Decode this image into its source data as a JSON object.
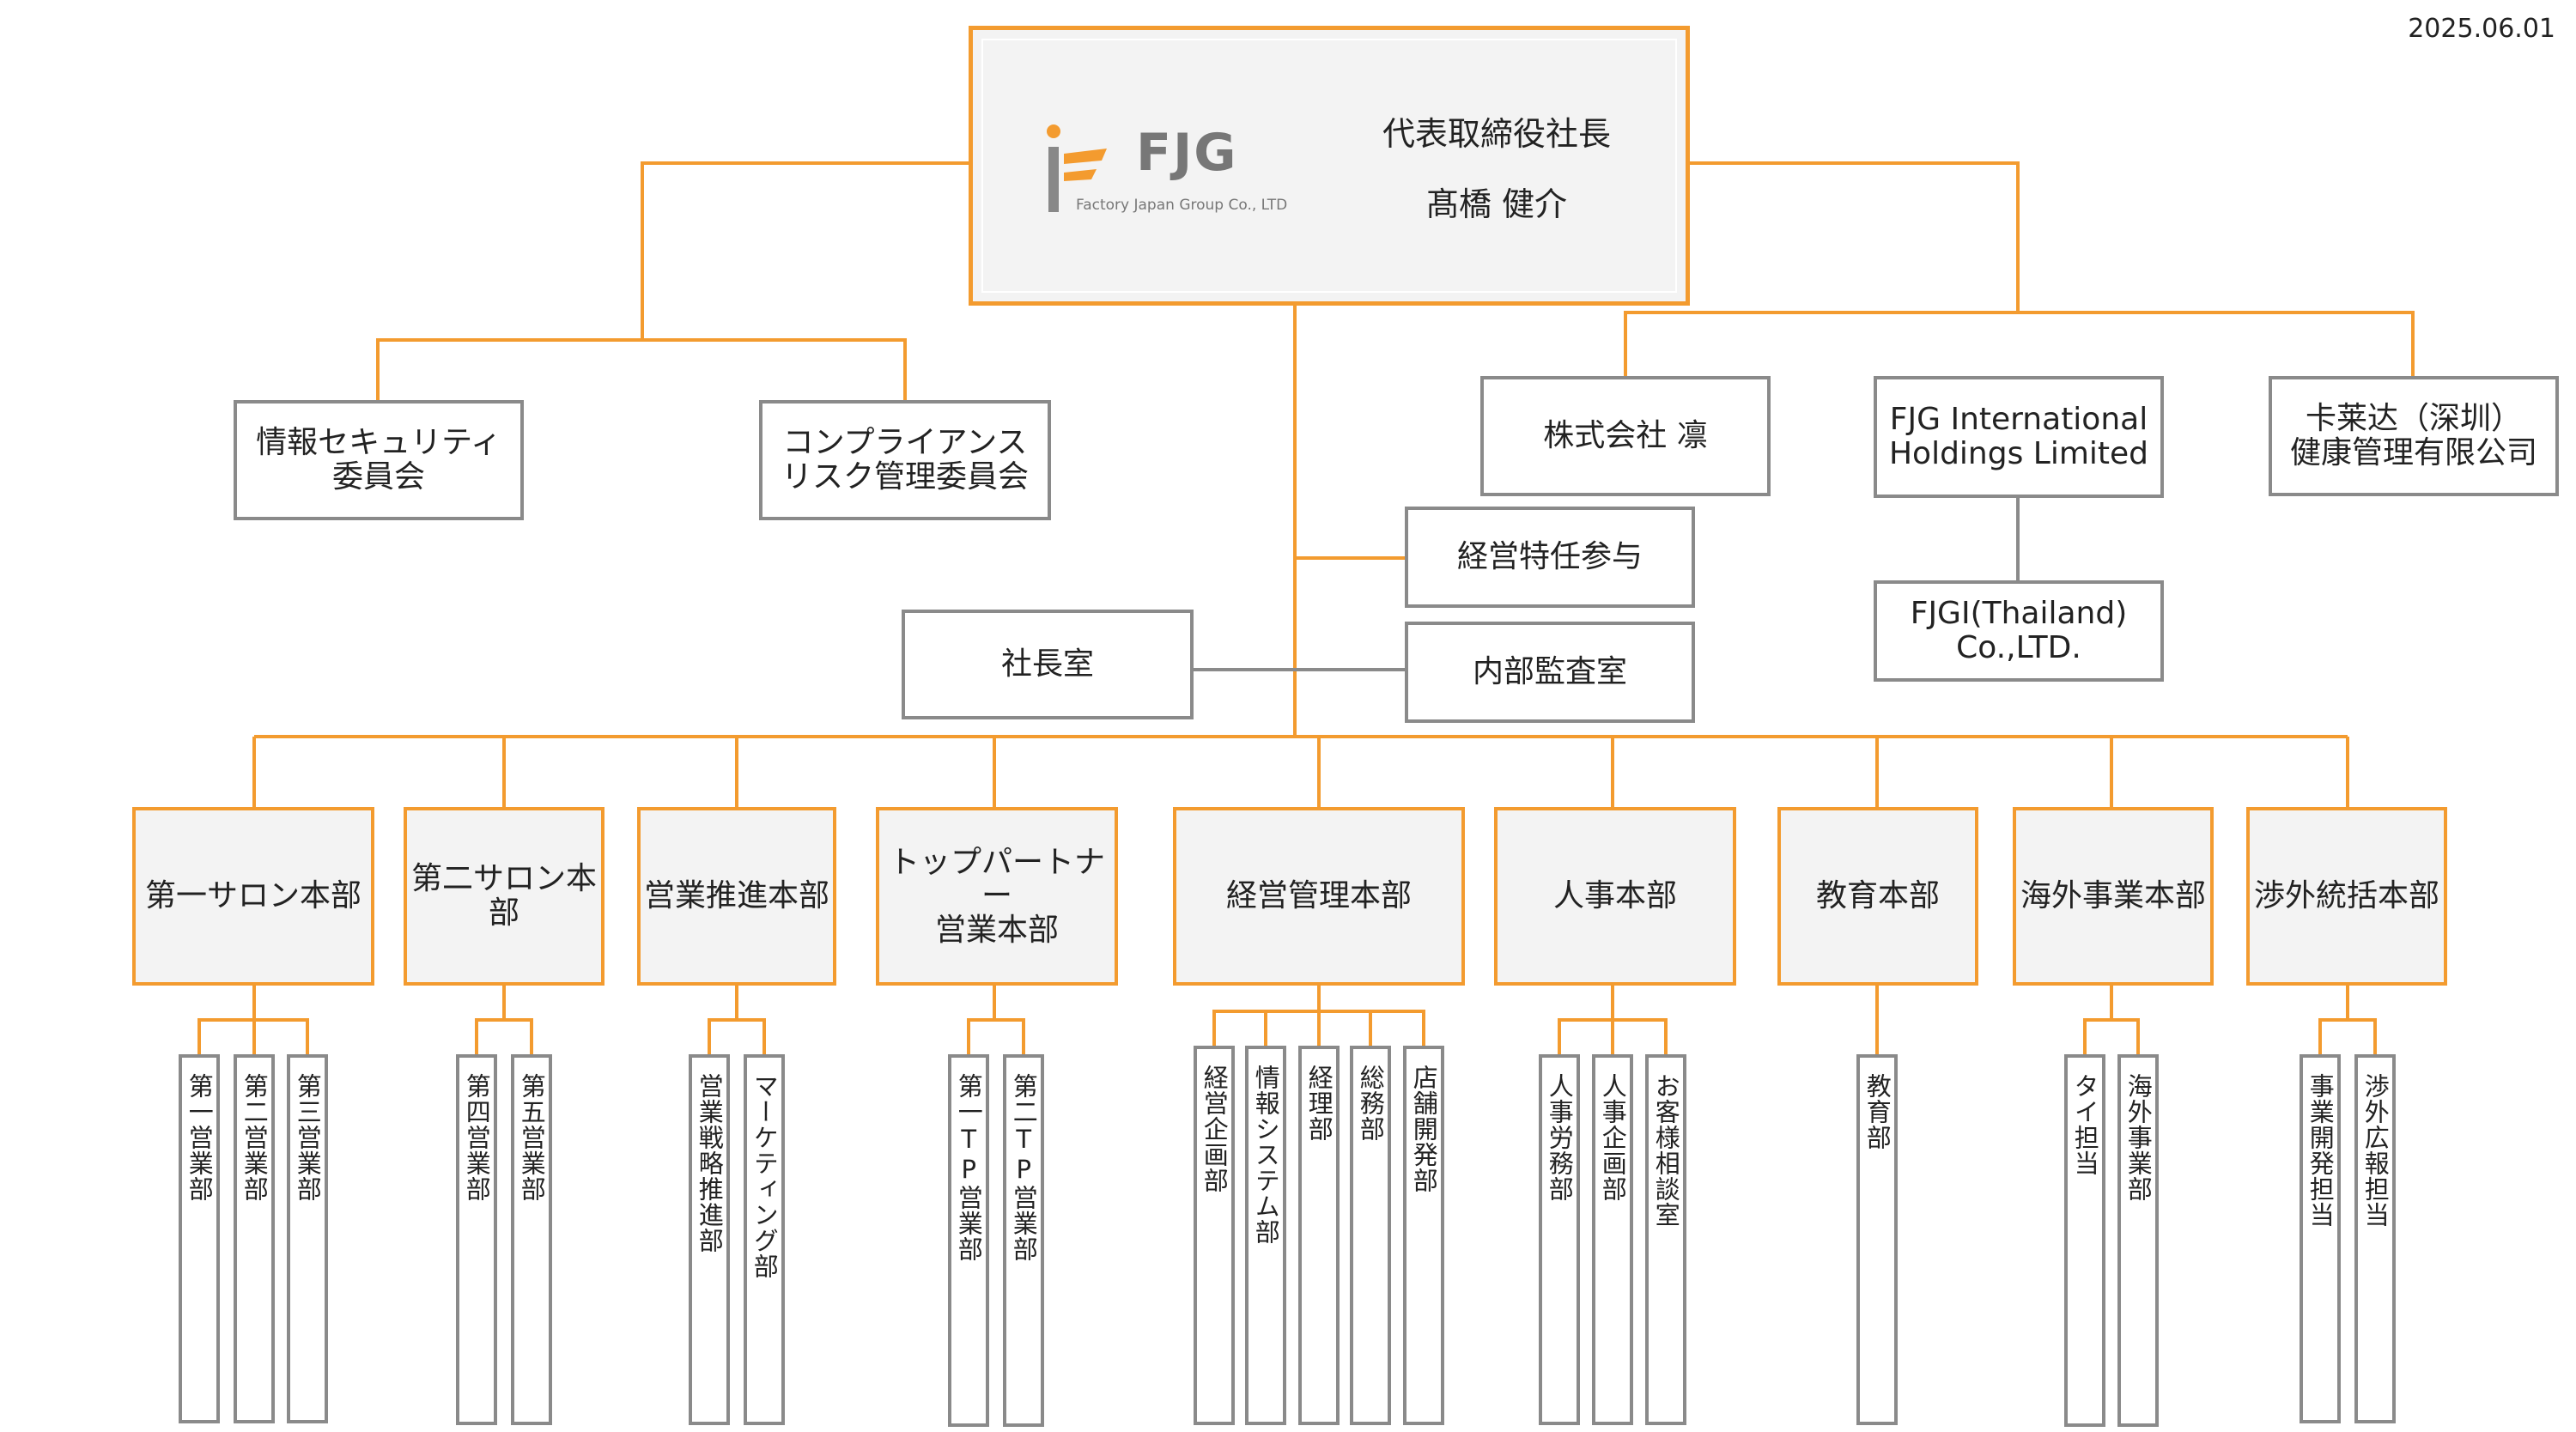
{
  "date": "2025.06.01",
  "colors": {
    "accent": "#f39b2f",
    "border_gray": "#8a8a8a",
    "box_fill": "#f3f3f3"
  },
  "ceo": {
    "logo_name": "FJG",
    "logo_sub": "Factory Japan Group Co., LTD",
    "title": "代表取締役社長",
    "name": "髙橋 健介"
  },
  "committees": [
    "情報セキュリティ\n委員会",
    "コンプライアンス\nリスク管理委員会"
  ],
  "affiliates": [
    "株式会社 凛",
    "FJG International\nHoldings Limited",
    "卡莱达（深圳）\n健康管理有限公司"
  ],
  "sub_affiliate": "FJGI(Thailand)\nCo.,LTD.",
  "staff": {
    "advisor": "経営特任参与",
    "president_office": "社長室",
    "audit": "内部監査室"
  },
  "divisions": [
    {
      "name": "第一サロン本部",
      "depts": [
        "第一営業部",
        "第二営業部",
        "第三営業部"
      ]
    },
    {
      "name": "第二サロン本部",
      "depts": [
        "第四営業部",
        "第五営業部"
      ]
    },
    {
      "name": "営業推進本部",
      "depts": [
        "営業戦略推進部",
        "マーケティング部"
      ]
    },
    {
      "name": "トップパートナー\n営業本部",
      "depts": [
        "第一TP営業部",
        "第二TP営業部"
      ]
    },
    {
      "name": "経営管理本部",
      "depts": [
        "経営企画部",
        "情報システム部",
        "経理部",
        "総務部",
        "店舗開発部"
      ]
    },
    {
      "name": "人事本部",
      "depts": [
        "人事労務部",
        "人事企画部",
        "お客様相談室"
      ]
    },
    {
      "name": "教育本部",
      "depts": [
        "教育部"
      ]
    },
    {
      "name": "海外事業本部",
      "depts": [
        "タイ担当",
        "海外事業部"
      ]
    },
    {
      "name": "渉外統括本部",
      "depts": [
        "事業開発担当",
        "渉外広報担当"
      ]
    }
  ]
}
